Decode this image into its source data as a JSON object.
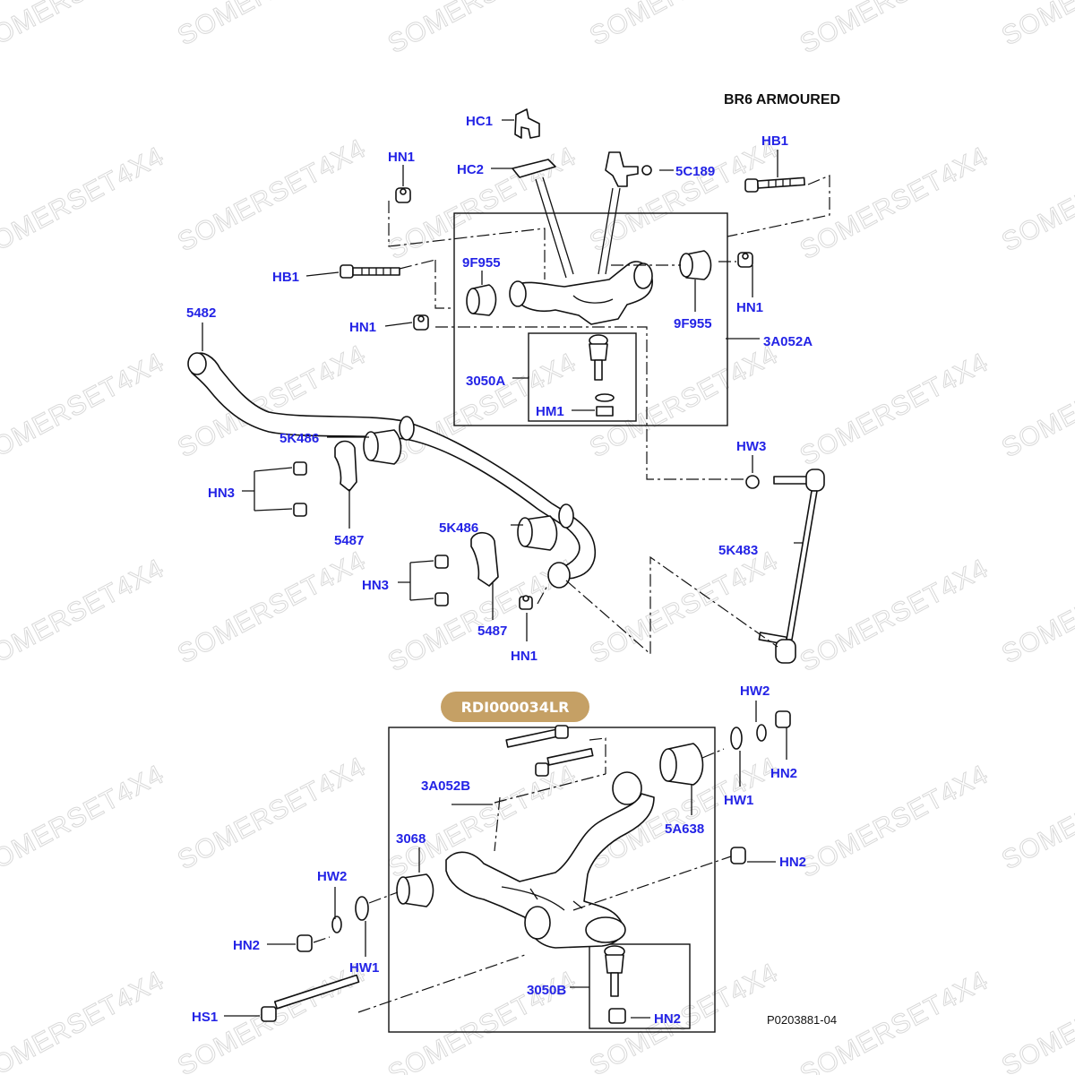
{
  "title": "BR6 ARMOURED",
  "figure_ref": "P0203881-04",
  "badge": "RDI000034LR",
  "watermark": "SOMERSET4X4",
  "colors": {
    "callout": "#2323e6",
    "badge_fill": "#c5a065",
    "badge_text": "#ffffff",
    "line": "#111111"
  },
  "labels": {
    "hc1": "HC1",
    "hc2": "HC2",
    "c5c189": "5C189",
    "hn1_a": "HN1",
    "hb1_a": "HB1",
    "hb1_b": "HB1",
    "f9955_a": "9F955",
    "hn1_b": "HN1",
    "hn1_c": "HN1",
    "f9955_b": "9F955",
    "a3052a": "3A052A",
    "p5482": "5482",
    "p3050a": "3050A",
    "hm1": "HM1",
    "hw3": "HW3",
    "k5486_a": "5K486",
    "hn3_a": "HN3",
    "p5487_a": "5487",
    "k5483": "5K483",
    "k5486_b": "5K486",
    "hn3_b": "HN3",
    "p5487_b": "5487",
    "hn1_d": "HN1",
    "hw2_a": "HW2",
    "hn2_a": "HN2",
    "hw1_a": "HW1",
    "a3052b": "3A052B",
    "a5638": "5A638",
    "p3068": "3068",
    "hn2_b": "HN2",
    "hw2_b": "HW2",
    "hn2_c": "HN2",
    "hw1_b": "HW1",
    "p3050b": "3050B",
    "hs1": "HS1",
    "hn2_d": "HN2"
  }
}
